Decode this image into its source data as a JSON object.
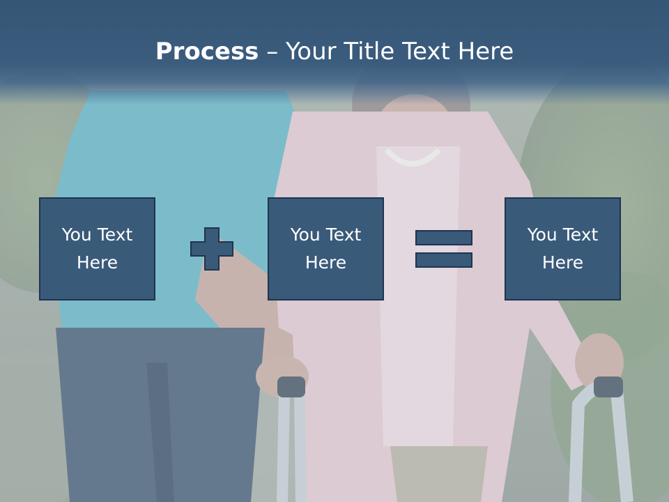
{
  "slide": {
    "title_bold": "Process",
    "title_rest": " – Your Title Text Here"
  },
  "process": {
    "boxes": [
      {
        "label": "You Text\nHere"
      },
      {
        "label": "You Text\nHere"
      },
      {
        "label": "You Text\nHere"
      }
    ],
    "operators": [
      {
        "icon": "plus-icon"
      },
      {
        "icon": "equals-icon"
      }
    ]
  },
  "colors": {
    "title_band": "#365676",
    "box_fill": "#3a5a7a",
    "box_border": "#1d3450",
    "operator_fill": "#3a5a7a",
    "text": "#ffffff"
  },
  "background": {
    "description_icon": "photo-caregiver-helping-elderly-woman-with-walker"
  }
}
